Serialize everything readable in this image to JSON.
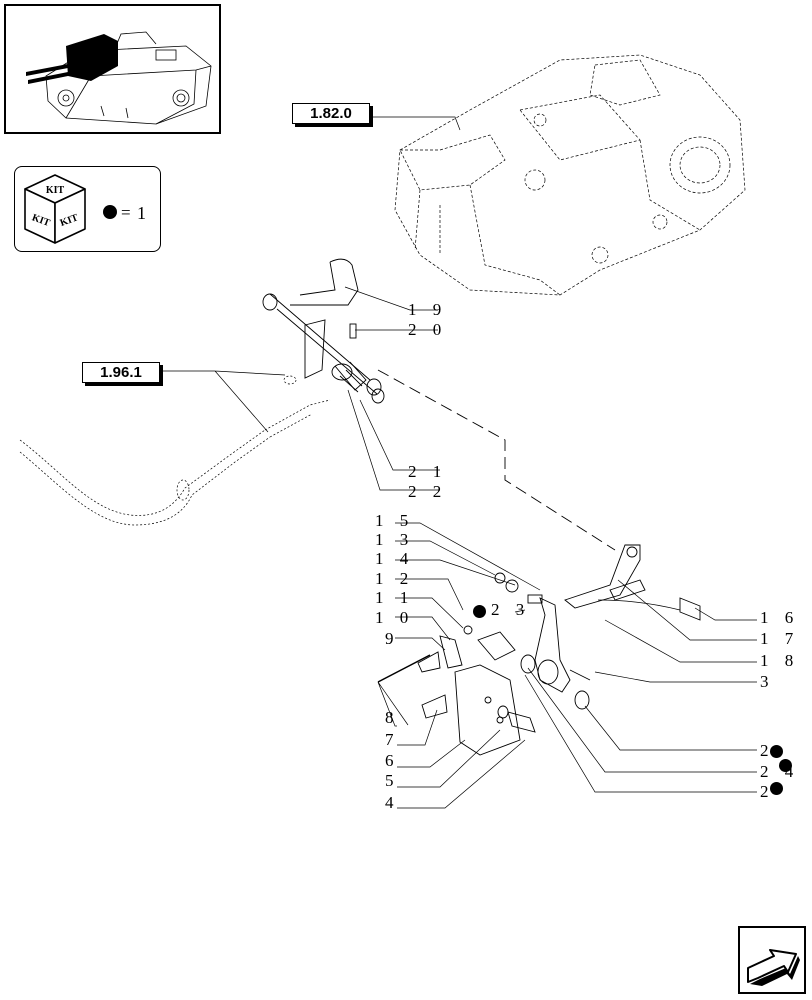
{
  "kit_legend": {
    "kit_label": "KIT",
    "equals": "=",
    "value": "1"
  },
  "references": {
    "assembly_1": "1.82.0",
    "assembly_2": "1.96.1"
  },
  "callouts": {
    "c19": "1 9",
    "c20": "2 0",
    "c21": "2 1",
    "c22": "2 2",
    "c15": "1 5",
    "c13": "1 3",
    "c14": "1 4",
    "c12": "1 2",
    "c11": "1 1",
    "c10": "1 0",
    "c9": "9",
    "c8": "8",
    "c7": "7",
    "c6": "6",
    "c5": "5",
    "c4": "4",
    "c23": "2 3",
    "c16": "1 6",
    "c17": "1 7",
    "c18": "1 8",
    "c3": "3",
    "c2a": "2",
    "c24": "2 4",
    "c2b": "2"
  }
}
